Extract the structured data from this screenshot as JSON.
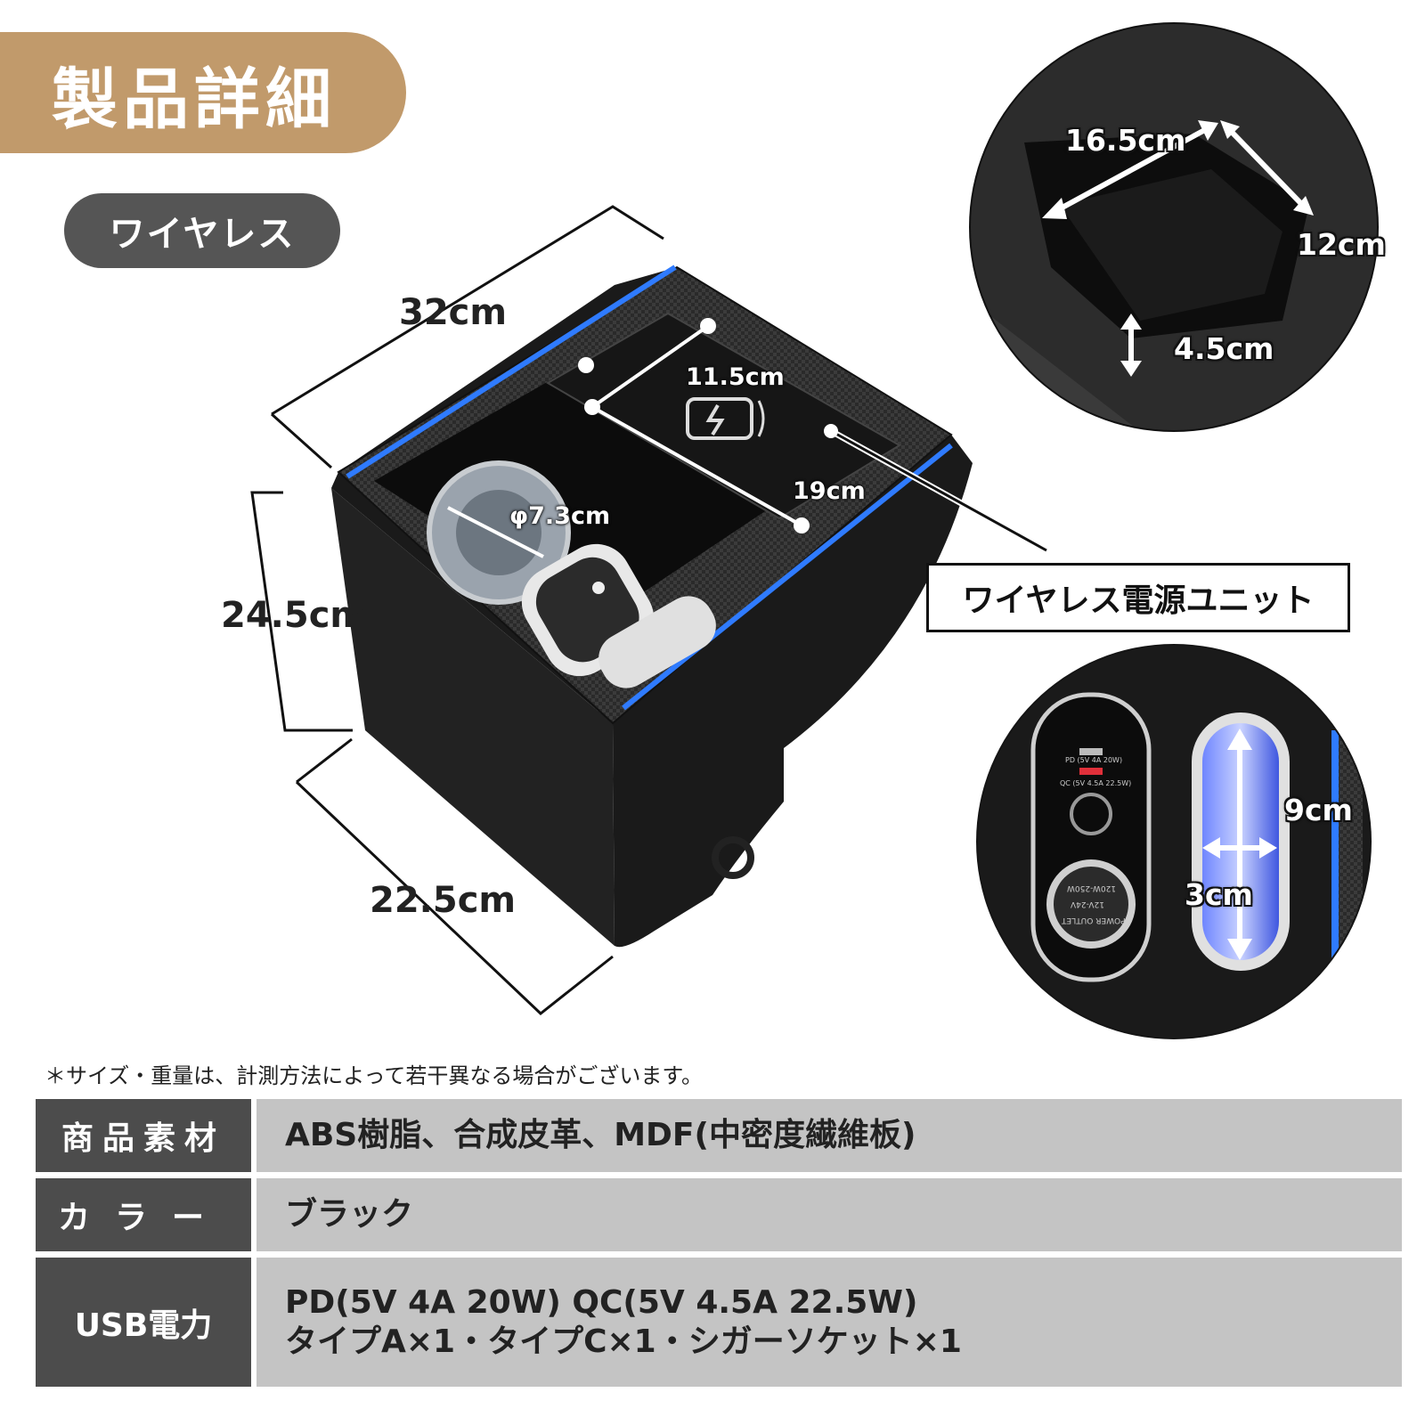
{
  "title": "製品詳細",
  "badge": "ワイヤレス",
  "dimensions": {
    "width": "32cm",
    "height": "24.5cm",
    "depth": "22.5cm",
    "cup_diameter": "φ7.3cm",
    "pad_width": "11.5cm",
    "pad_length": "19cm",
    "storage_length": "16.5cm",
    "storage_width": "12cm",
    "storage_depth": "4.5cm",
    "slot_height": "9cm",
    "slot_width": "3cm"
  },
  "unit_label": "ワイヤレス電源ユニット",
  "port_panel": {
    "pd": "PD (5V 4A 20W)",
    "qc": "QC (5V 4.5A 22.5W)",
    "socket_top": "120W-250W",
    "socket_mid": "12V-24V",
    "socket_bottom": "POWER OUTLET"
  },
  "note": "＊サイズ・重量は、計測方法によって若干異なる場合がございます。",
  "specs": [
    {
      "key": "商品素材",
      "value": "ABS樹脂、合成皮革、MDF(中密度繊維板)"
    },
    {
      "key": "カラー",
      "value": "ブラック"
    },
    {
      "key": "USB電力",
      "value_line1": "PD(5V 4A 20W) QC(5V 4.5A 22.5W)",
      "value_line2": "タイプA×1・タイプC×1・シガーソケット×1"
    }
  ],
  "colors": {
    "accent_tan": "#c19a6b",
    "led_blue": "#2f7bff",
    "label_dark": "#4c4c4c",
    "value_gray": "#c4c4c4"
  }
}
